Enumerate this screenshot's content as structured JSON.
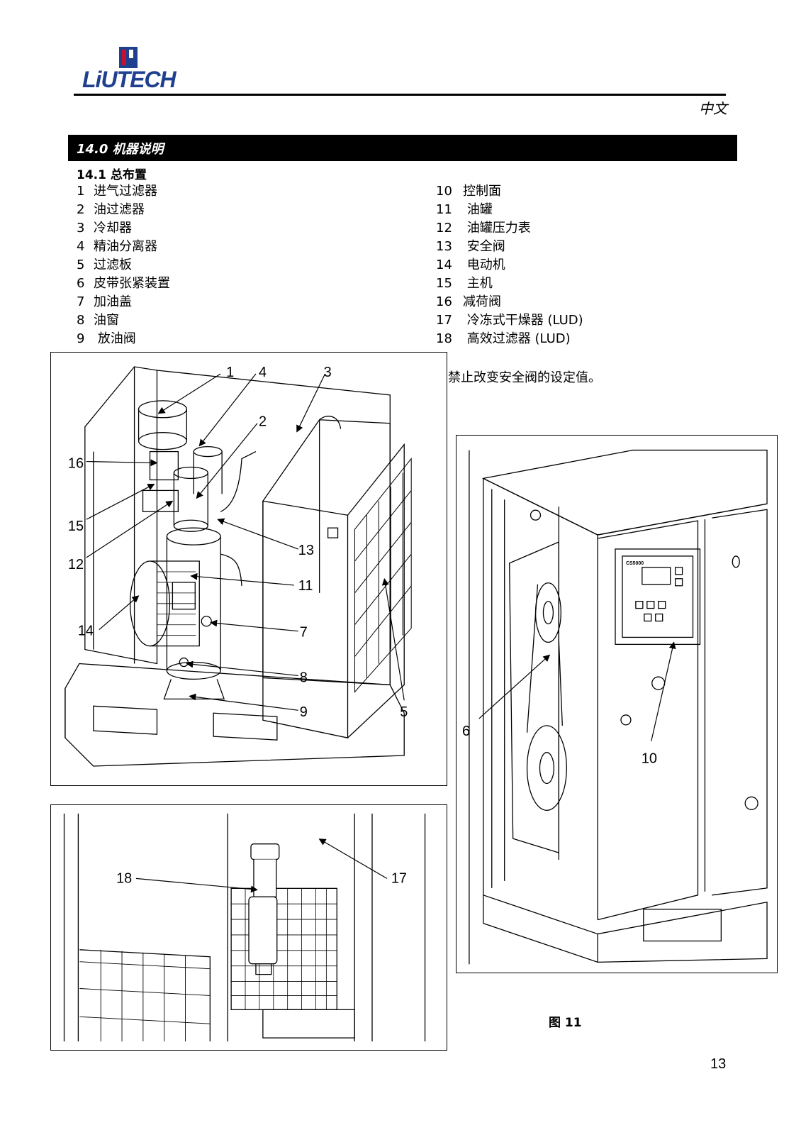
{
  "header": {
    "logo_text": "LiUTECH",
    "language": "中文"
  },
  "section": {
    "title": "14.0 机器说明",
    "subtitle": "14.1 总布置"
  },
  "parts_left": [
    {
      "num": "1",
      "label": "进气过滤器"
    },
    {
      "num": "2",
      "label": "油过滤器"
    },
    {
      "num": "3",
      "label": "冷却器"
    },
    {
      "num": "4",
      "label": "精油分离器"
    },
    {
      "num": "5",
      "label": "过滤板"
    },
    {
      "num": "6",
      "label": "皮带张紧装置"
    },
    {
      "num": "7",
      "label": "加油盖"
    },
    {
      "num": "8",
      "label": "油窗"
    },
    {
      "num": "9",
      "label": " 放油阀"
    }
  ],
  "parts_right": [
    {
      "num": "10",
      "label": "控制面"
    },
    {
      "num": "11",
      "label": " 油罐"
    },
    {
      "num": "12",
      "label": " 油罐压力表"
    },
    {
      "num": "13",
      "label": " 安全阀"
    },
    {
      "num": "14",
      "label": " 电动机"
    },
    {
      "num": "15",
      "label": " 主机"
    },
    {
      "num": "16",
      "label": "减荷阀"
    },
    {
      "num": "17",
      "label": " 冷冻式干燥器 (LUD)"
    },
    {
      "num": "18",
      "label": " 高效过滤器 (LUD)"
    }
  ],
  "warning": "禁止改变安全阀的设定值。",
  "figure_main": {
    "callouts": [
      "1",
      "4",
      "3",
      "2",
      "16",
      "15",
      "12",
      "13",
      "11",
      "14",
      "7",
      "8",
      "9",
      "5"
    ]
  },
  "figure_dryer": {
    "callouts": [
      "18",
      "17"
    ]
  },
  "figure_side": {
    "controller_label": "CS5000",
    "callouts": [
      "6",
      "10"
    ]
  },
  "figure_caption": "图 11",
  "page_number": "13"
}
